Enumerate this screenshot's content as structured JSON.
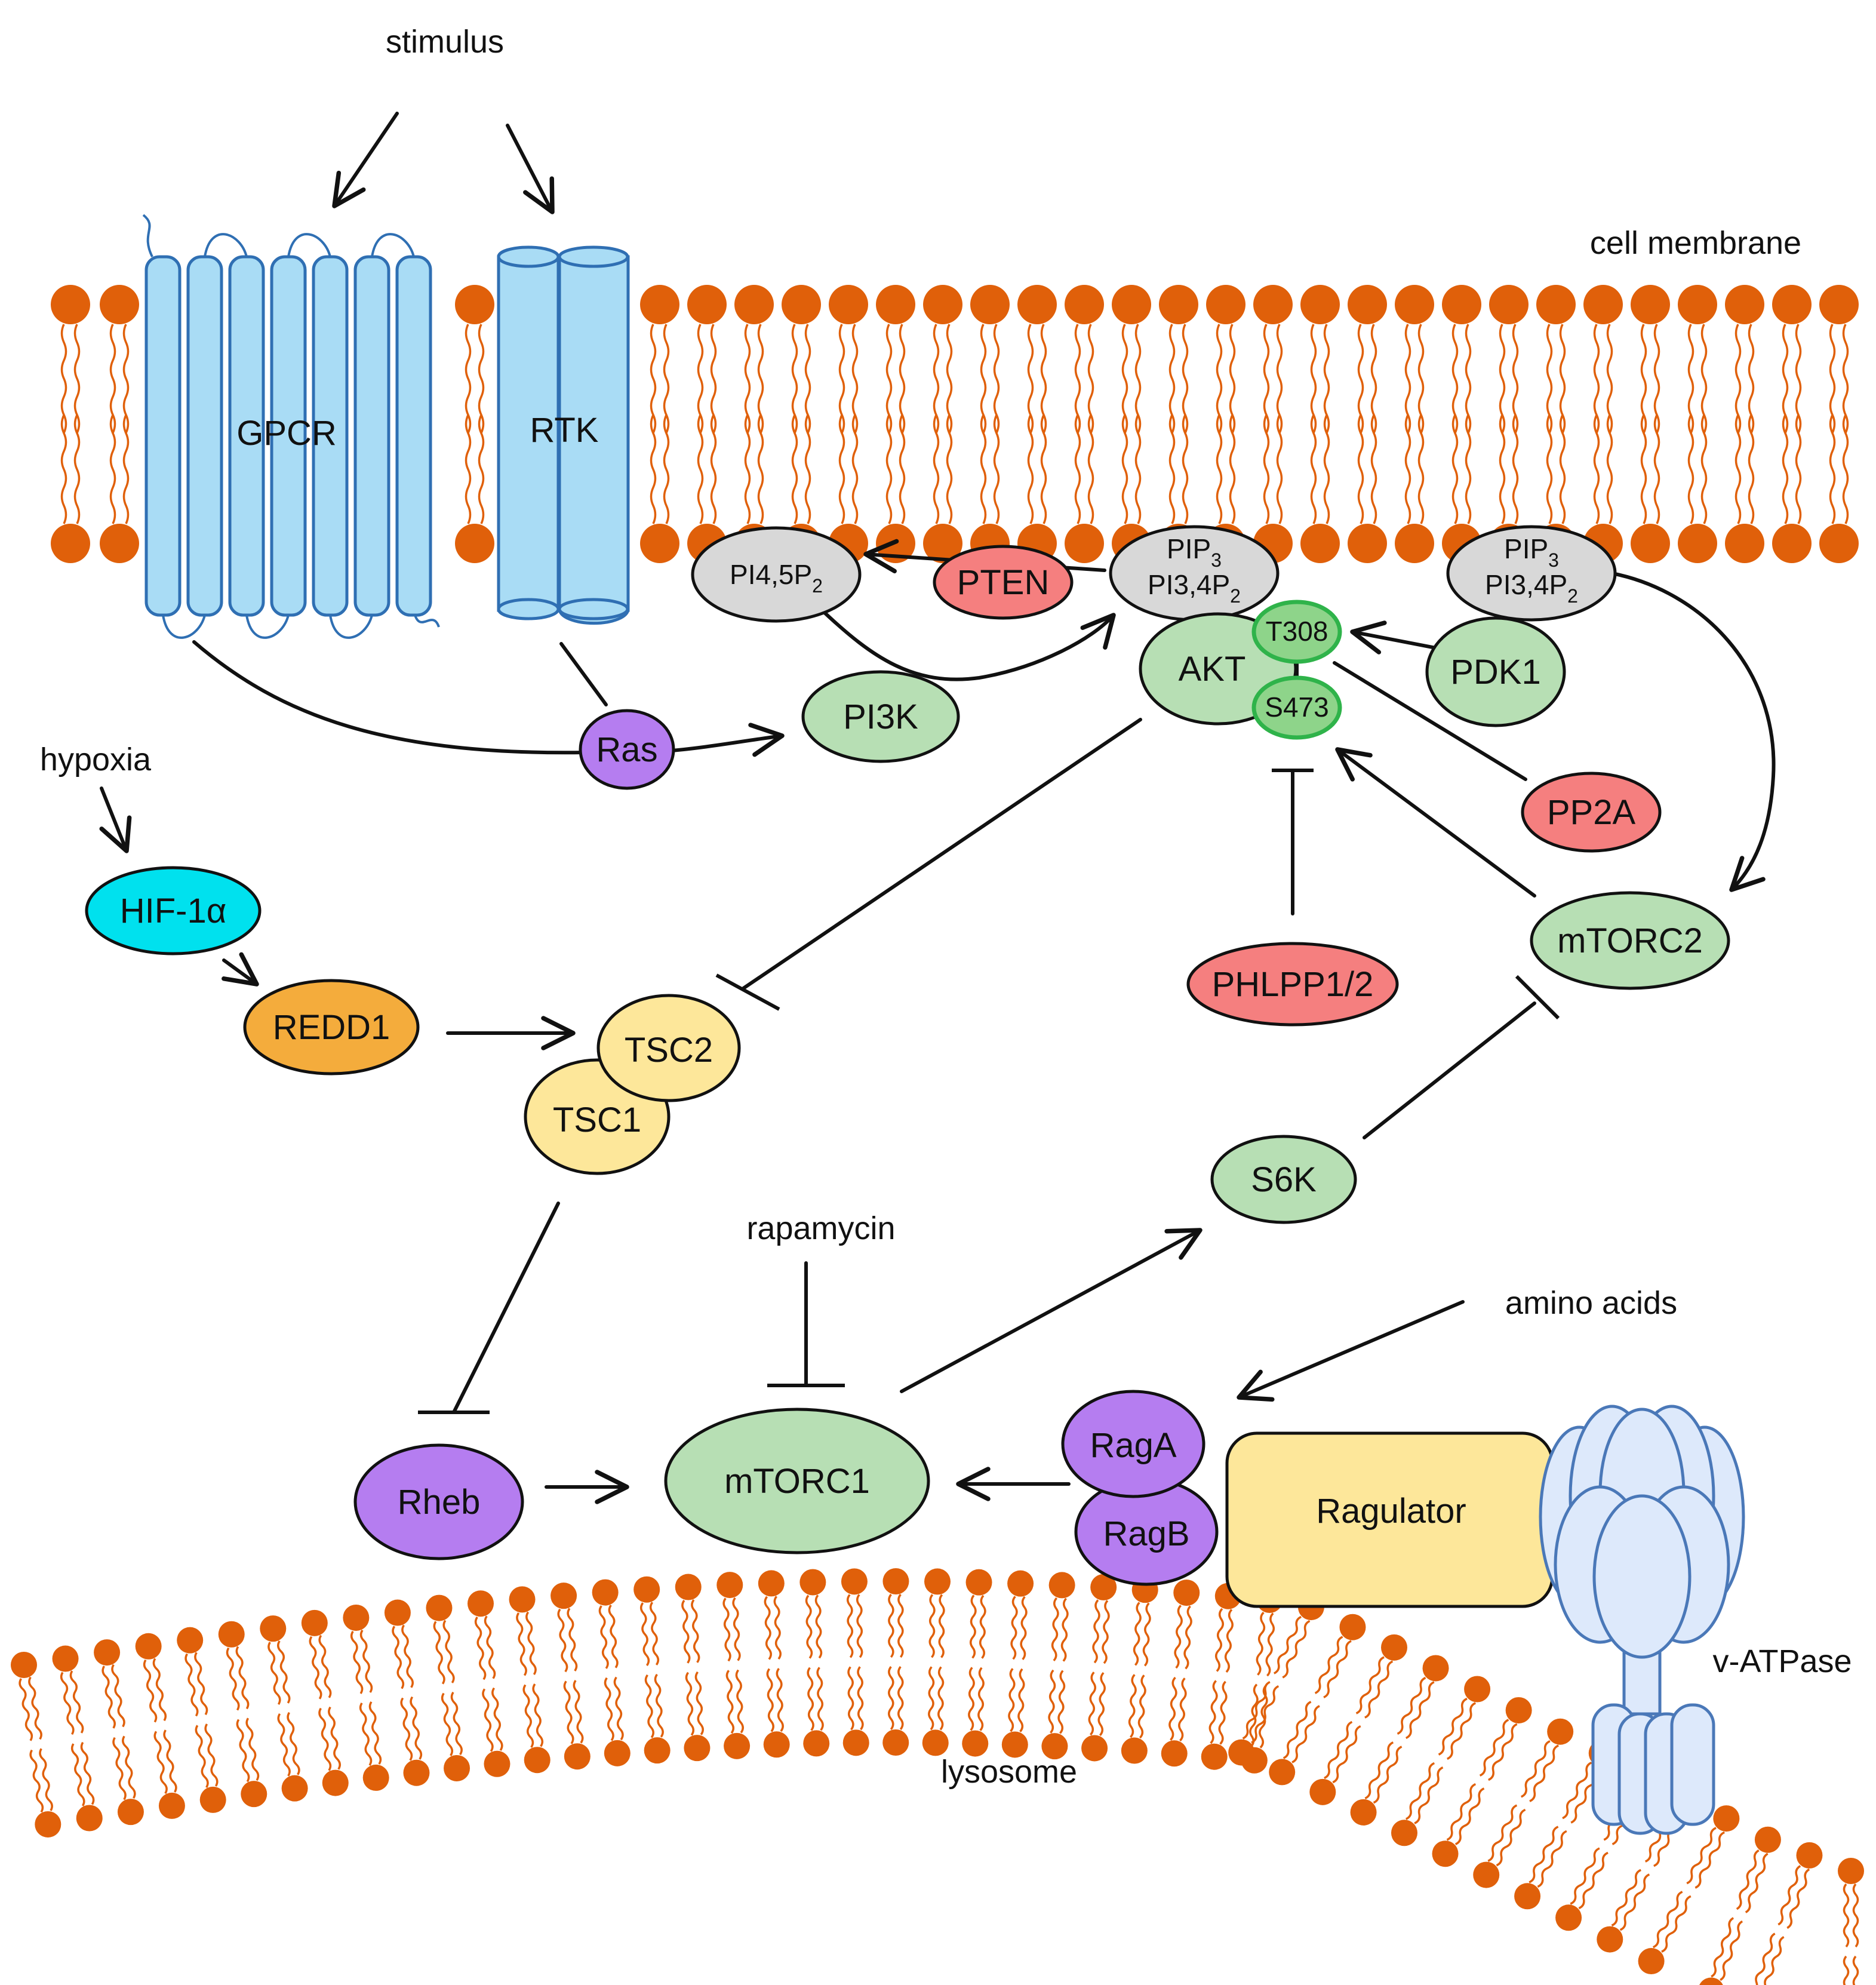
{
  "labels": {
    "stimulus": "stimulus",
    "cell_membrane": "cell membrane",
    "hypoxia": "hypoxia",
    "rapamycin": "rapamycin",
    "amino_acids": "amino acids",
    "lysosome": "lysosome",
    "v_atpase": "v-ATPase"
  },
  "nodes": {
    "gpcr": "GPCR",
    "rtk": "RTK",
    "pi45p2": {
      "main": "PI4,5P",
      "sub": "2"
    },
    "pten": "PTEN",
    "pip3_left": {
      "line1_main": "PIP",
      "line1_sub": "3",
      "line2_main": "PI3,4P",
      "line2_sub": "2"
    },
    "pip3_right": {
      "line1_main": "PIP",
      "line1_sub": "3",
      "line2_main": "PI3,4P",
      "line2_sub": "2"
    },
    "akt": "AKT",
    "t308": "T308",
    "s473": "S473",
    "pdk1": "PDK1",
    "pp2a": "PP2A",
    "pi3k": "PI3K",
    "ras": "Ras",
    "hif1a": "HIF-1α",
    "redd1": "REDD1",
    "tsc2": "TSC2",
    "tsc1": "TSC1",
    "phlpp": "PHLPP1/2",
    "mtorc2": "mTORC2",
    "s6k": "S6K",
    "mtorc1": "mTORC1",
    "rheb": "Rheb",
    "raga": "RagA",
    "ragb": "RagB",
    "ragulator": "Ragulator"
  },
  "colors": {
    "lipid": "#e0600a",
    "receptor_fill": "#a9dcf5",
    "receptor_stroke": "#2f6fb3",
    "green": "#b7dfb4",
    "red": "#f57f7f",
    "grey": "#d8d8d8",
    "purple": "#b57df0",
    "cyan": "#00e1ee",
    "orange": "#f4ac3c",
    "yellow": "#fde79a",
    "phospho_green": "#8ed48a",
    "phospho_stroke": "#2fb34a",
    "vatpase_fill": "#dde9fb",
    "vatpase_stroke": "#4a78b8"
  }
}
